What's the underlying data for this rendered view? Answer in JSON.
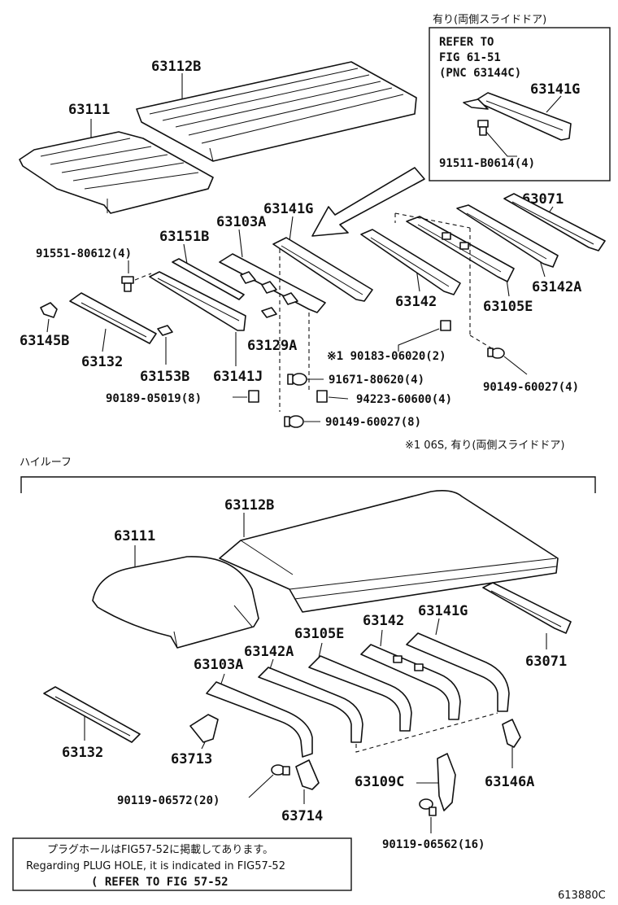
{
  "labels": {
    "p63112b_top": "63112B",
    "p63111_top": "63111",
    "p63141g_top": "63141G",
    "p63071_top": "63071",
    "p63151b": "63151B",
    "p63103a_top": "63103A",
    "p91551": "91551-80612(4)",
    "p63145b": "63145B",
    "p63132_top": "63132",
    "p63153b": "63153B",
    "p63141j": "63141J",
    "p63129a": "63129A",
    "p63142_top": "63142",
    "p63105e_top": "63105E",
    "p63142a_top": "63142A",
    "p90183": "※1 90183-06020(2)",
    "p91671": "91671-80620(4)",
    "p90149_right": "90149-60027(4)",
    "p90189": "90189-05019(8)",
    "p94223": "94223-60600(4)",
    "p90149_bottom": "90149-60027(8)",
    "inset_141g": "63141G",
    "inset_91511": "91511-B0614(4)",
    "p63112b_hr": "63112B",
    "p63111_hr": "63111",
    "p63142_hr": "63142",
    "p63141g_hr": "63141G",
    "p63105e_hr": "63105E",
    "p63142a_hr": "63142A",
    "p63103a_hr": "63103A",
    "p63071_hr": "63071",
    "p63132_hr": "63132",
    "p63713": "63713",
    "p90119_20": "90119-06572(20)",
    "p63714": "63714",
    "p63109c": "63109C",
    "p63146a": "63146A",
    "p90119_16": "90119-06562(16)"
  },
  "inset": {
    "caption": "有り(両側スライドドア)",
    "refer_line1": "REFER TO",
    "refer_line2": "FIG 61-51",
    "refer_line3": "(PNC 63144C)"
  },
  "footnote": "※1 06S, 有り(両側スライドドア)",
  "section_title": "ハイルーフ",
  "plug_note": {
    "line1": "プラグホールはFIG57-52に掲載してあります。",
    "line2": "Regarding PLUG HOLE, it is indicated in FIG57-52",
    "line3": "( REFER TO FIG 57-52"
  },
  "figure_code": "613880C"
}
